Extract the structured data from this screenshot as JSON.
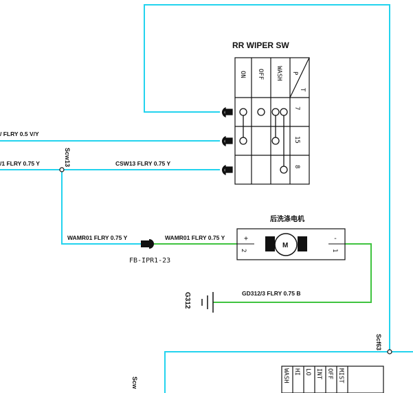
{
  "switch": {
    "title": "RR WIPER SW",
    "positions": [
      "ON",
      "OFF",
      "WASH"
    ],
    "corner_p": "P",
    "corner_t": "T",
    "pins": [
      "7",
      "15",
      "8"
    ]
  },
  "motor": {
    "title": "后洗涤电机",
    "symbol": "M",
    "plus": "+",
    "minus": "-",
    "pin_left": "2",
    "pin_right": "1"
  },
  "wires": {
    "top_left": "/ FLRY 0.5 V/Y",
    "mid_left": "/1 FLRY 0.75 Y",
    "mid_right": "CSW13 FLRY 0.75 Y",
    "lower_left": "WAMR01 FLRY 0.75 Y",
    "lower_right": "WAMR01 FLRY 0.75 Y",
    "ground": "GD312/3 FLRY 0.75 B"
  },
  "splices": {
    "s1": "Scw13",
    "s2": "Scf63",
    "s3": "Scw"
  },
  "connector": {
    "name": "FB-IPR1-23"
  },
  "ground": {
    "name": "G312"
  },
  "bottom_switch": {
    "cols": [
      "WASH",
      "HI",
      "LO",
      "INT",
      "OFF",
      "MIST"
    ]
  },
  "colors": {
    "cyan": "#22d3ee",
    "green": "#3ec33e",
    "black": "#111111"
  }
}
